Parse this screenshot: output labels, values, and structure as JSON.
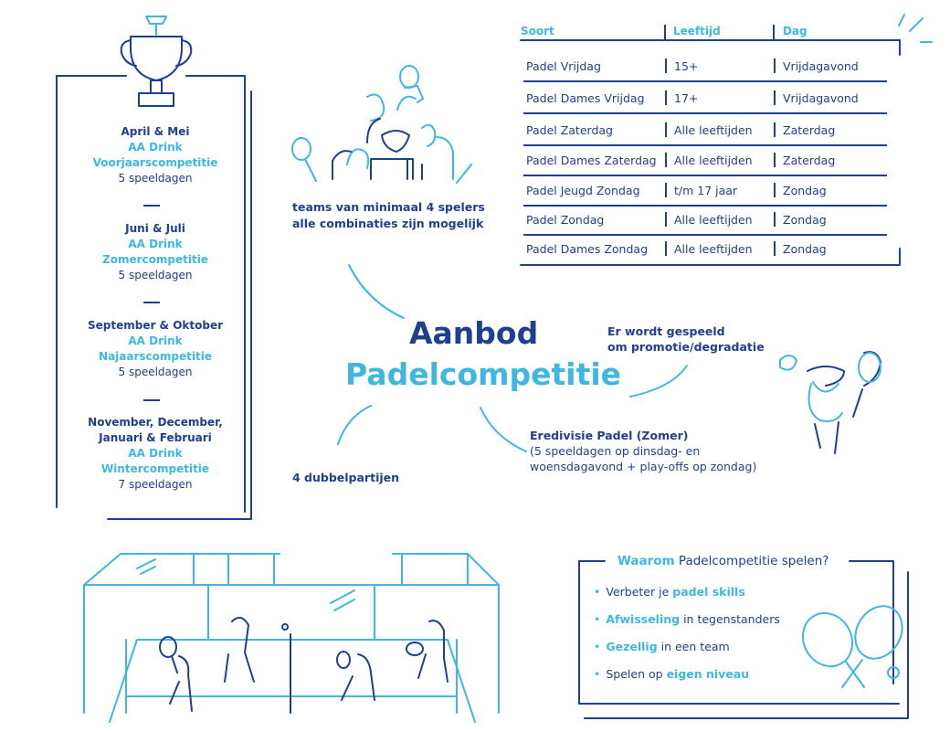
{
  "seasons": [
    {
      "months": "April & Mei",
      "brand": "AA Drink",
      "name": "Voorjaarscompetitie",
      "days": "5 speeldagen"
    },
    {
      "months": "Juni & Juli",
      "brand": "AA Drink",
      "name": "Zomercompetitie",
      "days": "5 speeldagen"
    },
    {
      "months": "September & Oktober",
      "brand": "AA Drink",
      "name": "Najaarscompetitie",
      "days": "5 speeldagen"
    },
    {
      "months_line1": "November, December,",
      "months_line2": "Januari & Februari",
      "brand": "AA Drink",
      "name": "Wintercompetitie",
      "days": "7 speeldagen"
    }
  ],
  "table": {
    "headers": [
      "Soort",
      "Leeftijd",
      "Dag"
    ],
    "rows": [
      [
        "Padel Vrijdag",
        "15+",
        "Vrijdagavond"
      ],
      [
        "Padel Dames Vrijdag",
        "17+",
        "Vrijdagavond"
      ],
      [
        "Padel Zaterdag",
        "Alle leeftijden",
        "Zaterdag"
      ],
      [
        "Padel Dames Zaterdag",
        "Alle leeftijden",
        "Zaterdag"
      ],
      [
        "Padel Jeugd Zondag",
        "t/m 17 jaar",
        "Zondag"
      ],
      [
        "Padel Zondag",
        "Alle leeftijden",
        "Zondag"
      ],
      [
        "Padel Dames Zondag",
        "Alle leeftijden",
        "Zondag"
      ]
    ]
  },
  "teams": {
    "line1": "teams van minimaal 4 spelers",
    "line2": "alle combinaties zijn mogelijk"
  },
  "title": {
    "line1": "Aanbod",
    "line2": "Padelcompetitie"
  },
  "promotie": {
    "line1": "Er wordt gespeeld",
    "line2": "om promotie/degradatie"
  },
  "eredivisie": {
    "line1": "Eredivisie Padel (Zomer)",
    "line2": "(5 speeldagen op dinsdag- en",
    "line3": "woensdagavond + play-offs op zondag)"
  },
  "dubbel": "4 dubbelpartijen",
  "waarom": {
    "title_highlight": "Waarom",
    "title_rest": " Padelcompetitie spelen?",
    "bullets": [
      {
        "pre": "Verbeter je ",
        "bold": "padel skills",
        "post": ""
      },
      {
        "pre": "",
        "bold": "Afwisseling",
        "post": " in tegenstanders"
      },
      {
        "pre": "",
        "bold": "Gezellig",
        "post": " in een team"
      },
      {
        "pre": "Spelen op ",
        "bold": "eigen niveau",
        "post": ""
      }
    ]
  },
  "colors": {
    "navy": "#1f3f8f",
    "cyan": "#3fb7e2"
  }
}
